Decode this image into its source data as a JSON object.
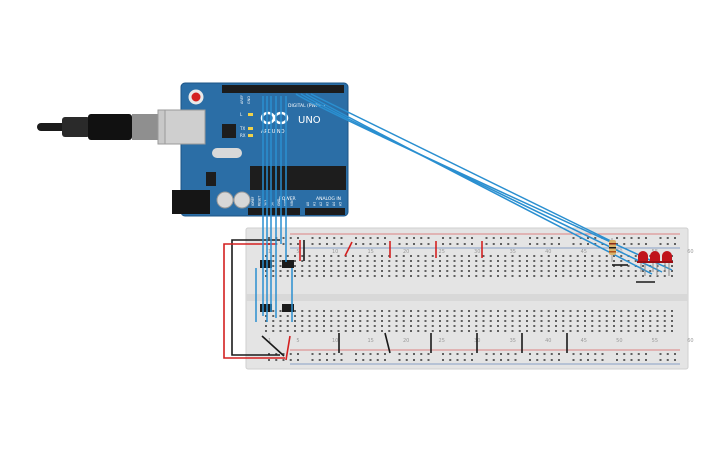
{
  "board": {
    "brand_text": "ARDUINO",
    "model_text": "UNO",
    "digital_label": "DIGITAL (PWM~)",
    "power_label": "POWER",
    "analog_label": "ANALOG IN",
    "aref_label": "AREF",
    "gnd_label": "GND",
    "tx_label": "TX",
    "rx_label": "RX",
    "l_label": "L",
    "power_pins": [
      "IOREF",
      "RESET",
      "3V3",
      "5V",
      "GND",
      "GND",
      "VIN"
    ],
    "analog_pins": [
      "A0",
      "A1",
      "A2",
      "A3",
      "A4",
      "A5"
    ]
  },
  "breadboard": {
    "top_numbers": [
      "1",
      "5",
      "10",
      "15",
      "20",
      "25",
      "30",
      "35",
      "40",
      "45",
      "50",
      "55",
      "60"
    ],
    "bottom_numbers": [
      "1",
      "5",
      "10",
      "15",
      "20",
      "25",
      "30",
      "35",
      "40",
      "45",
      "50",
      "55",
      "60"
    ]
  },
  "leds": {
    "count": 3,
    "color": "#c0141c"
  },
  "colors": {
    "board": "#2b6ea6",
    "wire_blue": "#2a8fd0",
    "wire_red": "#d42020",
    "wire_black": "#1a1a1a",
    "breadboard": "#e4e4e4"
  }
}
